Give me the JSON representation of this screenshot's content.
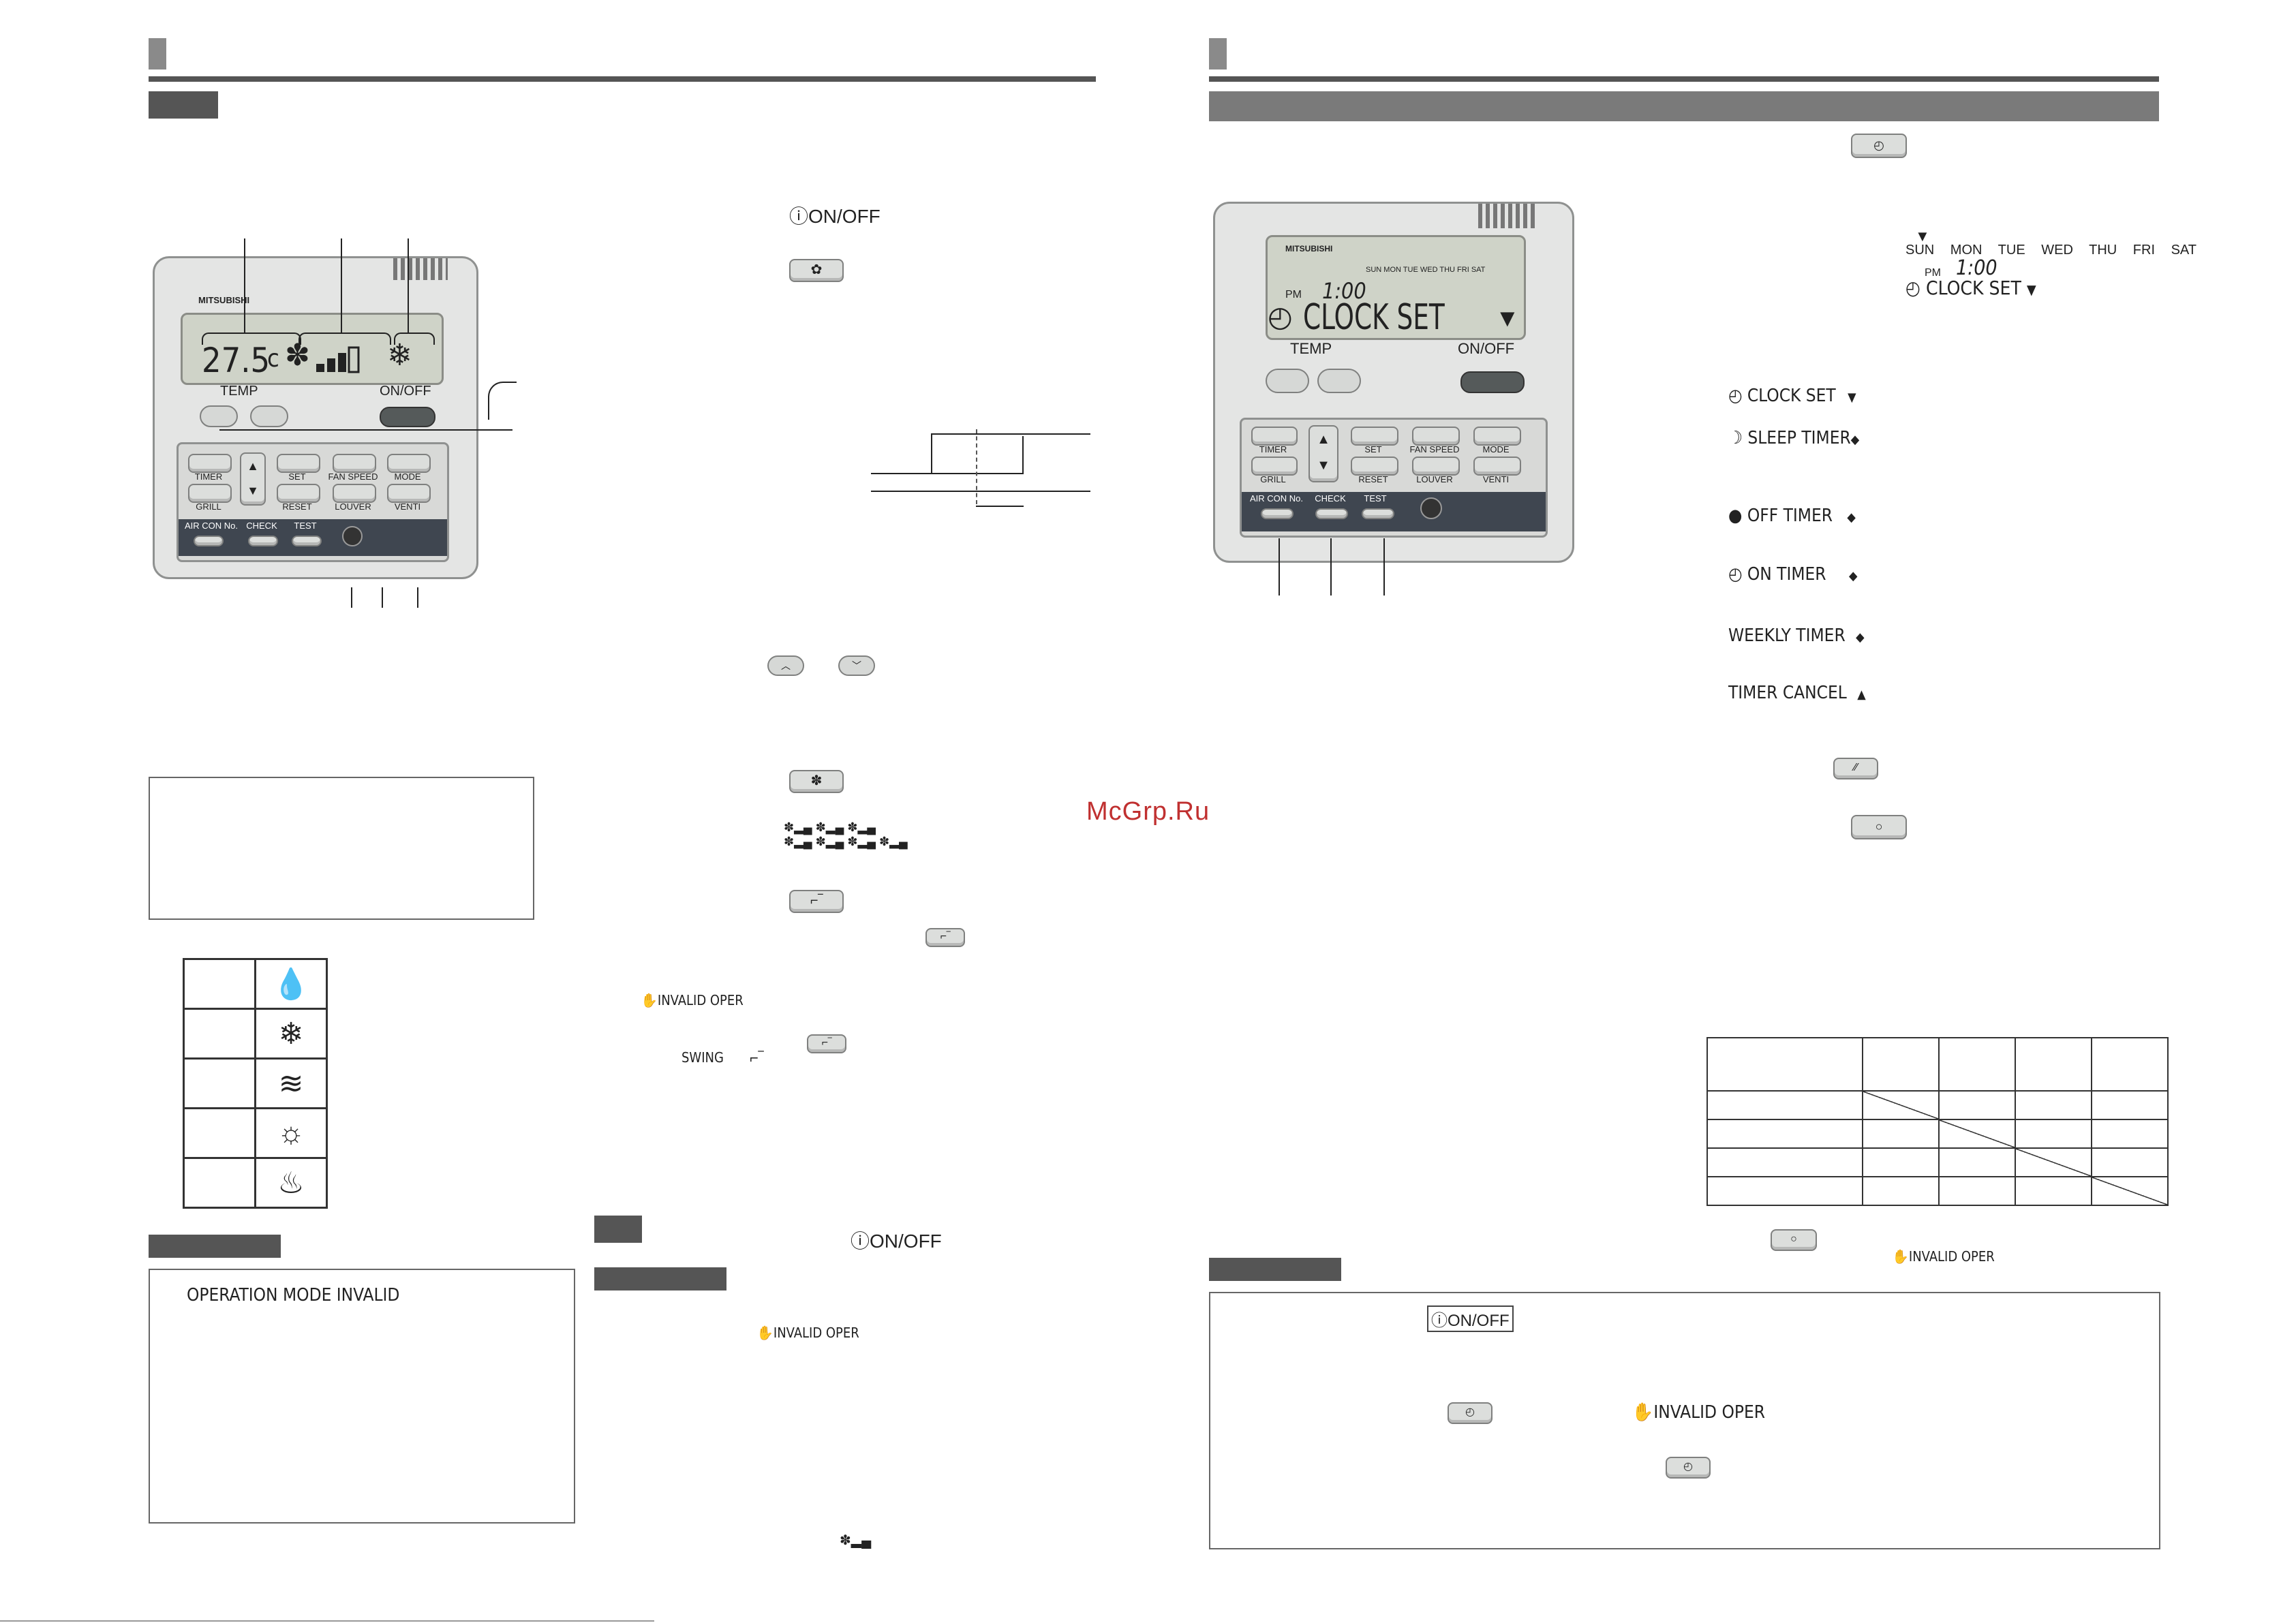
{
  "watermark": "McGrp.Ru",
  "brand": "MITSUBISHI",
  "left_remote": {
    "temp": "27.5",
    "temp_unit": "c",
    "temp_label": "TEMP",
    "onoff_label": "ON/OFF",
    "buttons": {
      "timer": "TIMER",
      "set": "SET",
      "fan_speed": "FAN SPEED",
      "mode": "MODE",
      "grill": "GRILL",
      "reset": "RESET",
      "louver": "LOUVER",
      "venti": "VENTI",
      "air_con_no": "AIR CON No.",
      "check": "CHECK",
      "test": "TEST"
    }
  },
  "right_remote": {
    "days": "SUN MON TUE WED THU FRI SAT",
    "pm": "PM",
    "time": "1:00",
    "clock_set": "CLOCK SET",
    "temp_label": "TEMP",
    "onoff_label": "ON/OFF",
    "buttons": {
      "timer": "TIMER",
      "set": "SET",
      "fan_speed": "FAN SPEED",
      "mode": "MODE",
      "grill": "GRILL",
      "reset": "RESET",
      "louver": "LOUVER",
      "venti": "VENTI",
      "air_con_no": "AIR CON No.",
      "check": "CHECK",
      "test": "TEST"
    }
  },
  "left_page": {
    "onoff_text_1": "ON/OFF",
    "onoff_text_2": "ON/OFF",
    "invalid_oper_1": "INVALID OPER",
    "invalid_oper_2": "INVALID OPER",
    "swing": "SWING",
    "operation_mode_invalid": "OPERATION MODE INVALID"
  },
  "right_page": {
    "day_row": [
      "SUN",
      "MON",
      "TUE",
      "WED",
      "THU",
      "FRI",
      "SAT"
    ],
    "pm": "PM",
    "time": "1:00",
    "clock_set": "CLOCK SET",
    "menu": [
      "CLOCK SET",
      "SLEEP TIMER",
      "OFF TIMER",
      "ON TIMER",
      "WEEKLY TIMER",
      "TIMER CANCEL"
    ],
    "invalid_oper_1": "INVALID OPER",
    "invalid_oper_2": "INVALID OPER",
    "onoff_boxed": "ON/OFF"
  }
}
